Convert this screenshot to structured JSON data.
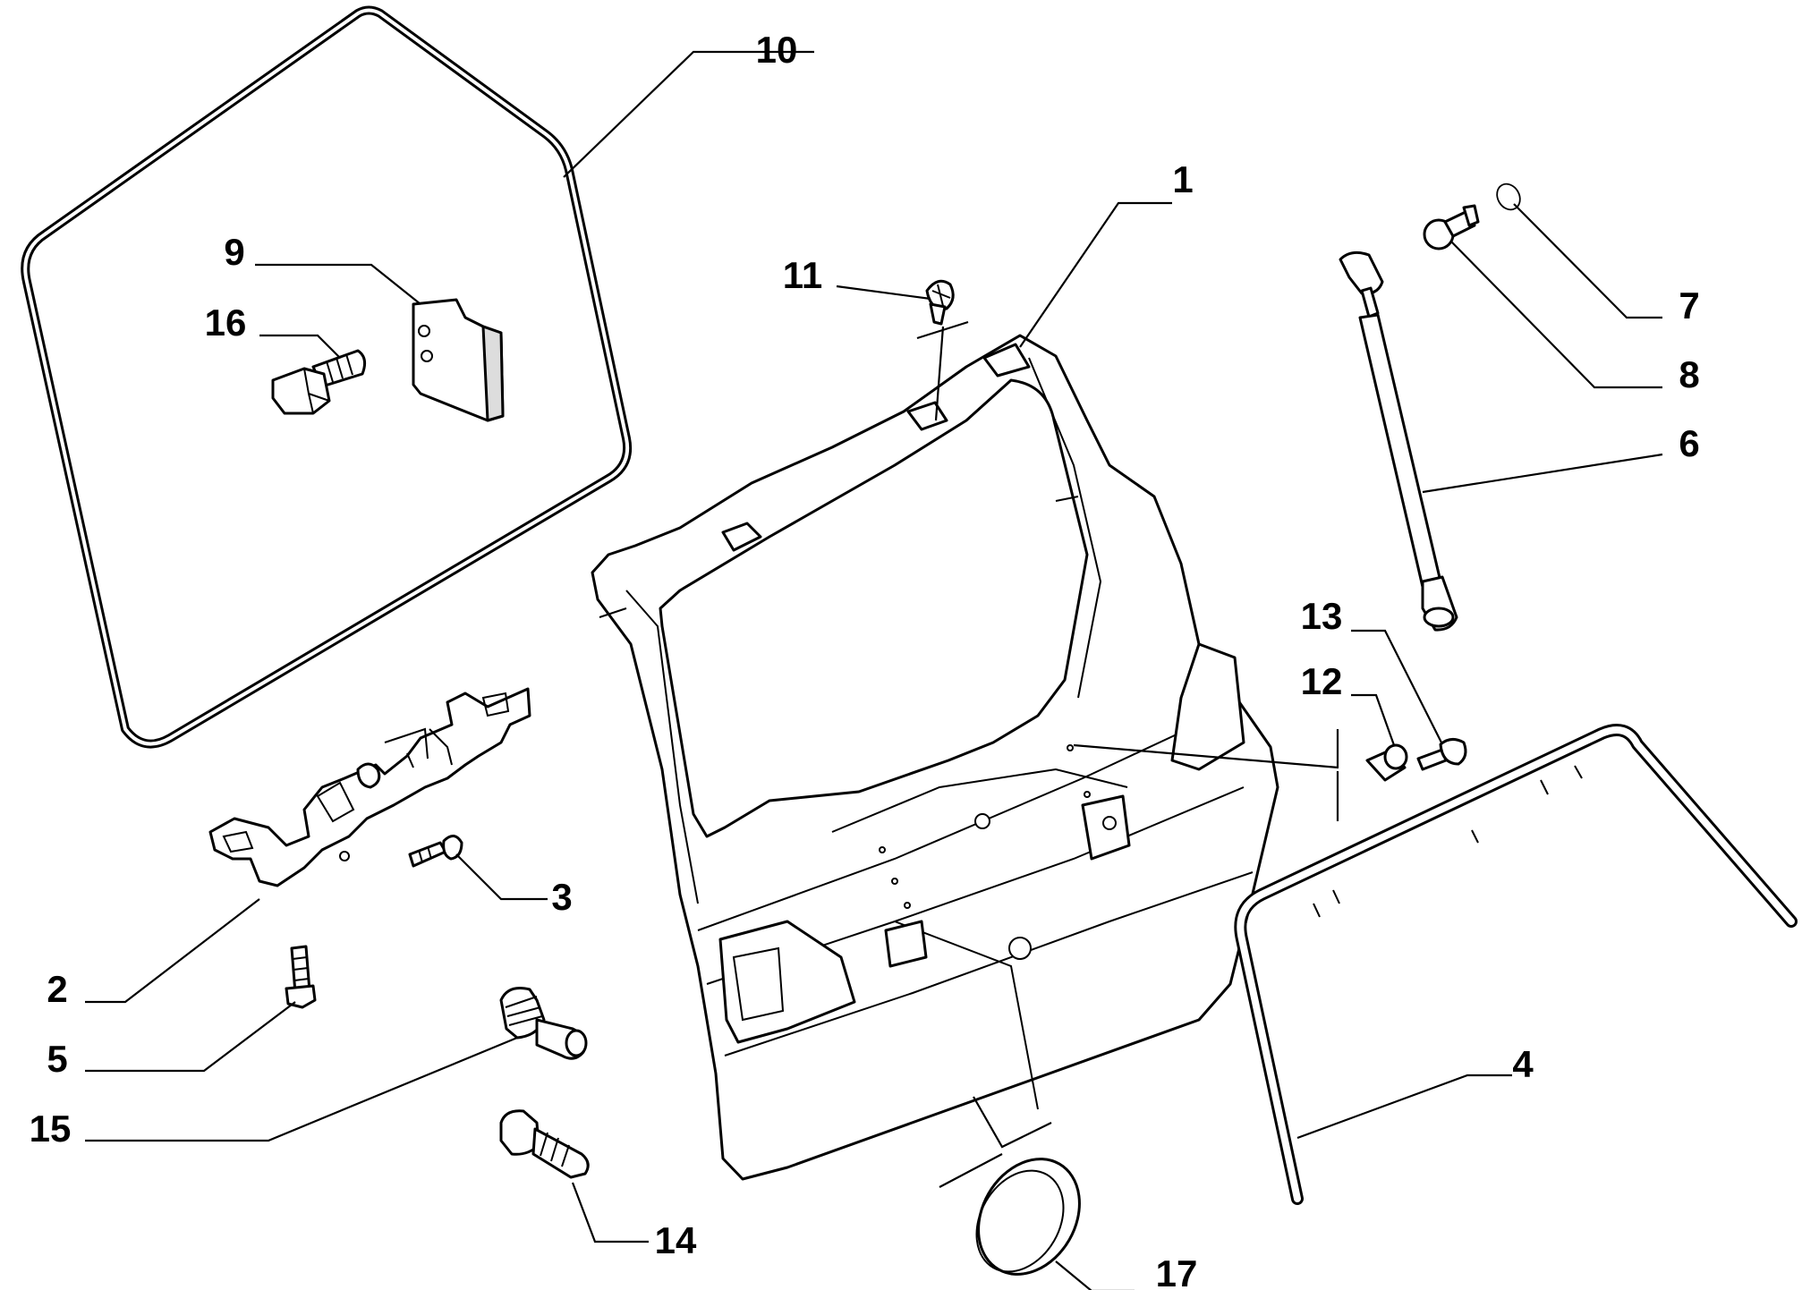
{
  "diagram": {
    "labels": [
      "1",
      "2",
      "3",
      "4",
      "5",
      "6",
      "7",
      "8",
      "9",
      "10",
      "11",
      "12",
      "13",
      "14",
      "15",
      "16",
      "17"
    ]
  },
  "colors": {
    "line": "#000000",
    "background": "#ffffff"
  }
}
